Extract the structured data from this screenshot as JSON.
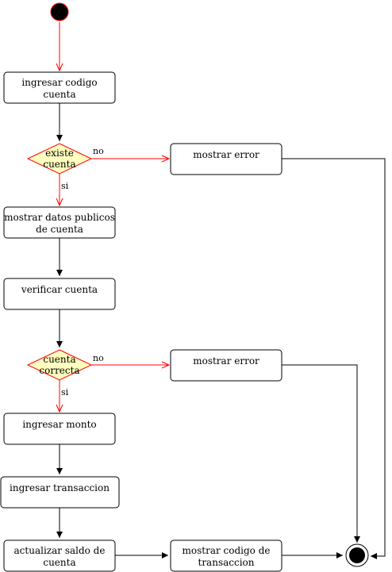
{
  "nodes": {
    "ingresar_codigo": [
      "ingresar codigo",
      "cuenta"
    ],
    "existe_cuenta": [
      "existe",
      "cuenta"
    ],
    "mostrar_error_1": [
      "mostrar error"
    ],
    "mostrar_datos": [
      "mostrar datos publicos",
      "de cuenta"
    ],
    "verificar_cuenta": [
      "verificar cuenta"
    ],
    "cuenta_correcta": [
      "cuenta",
      "correcta"
    ],
    "mostrar_error_2": [
      "mostrar error"
    ],
    "ingresar_monto": [
      "ingresar monto"
    ],
    "ingresar_transaccion": [
      "ingresar transaccion"
    ],
    "actualizar_saldo": [
      "actualizar saldo de",
      "cuenta"
    ],
    "mostrar_codigo": [
      "mostrar codigo de",
      "transaccion"
    ]
  },
  "edge_labels": {
    "no_1": "no",
    "si_1": "si",
    "no_2": "no",
    "si_2": "si"
  },
  "colors": {
    "decision_fill": "#ffffc0",
    "decision_stroke": "#ff0000",
    "guard_edge": "#ff0000",
    "flow_edge": "#000000",
    "node_fill": "#000000"
  }
}
